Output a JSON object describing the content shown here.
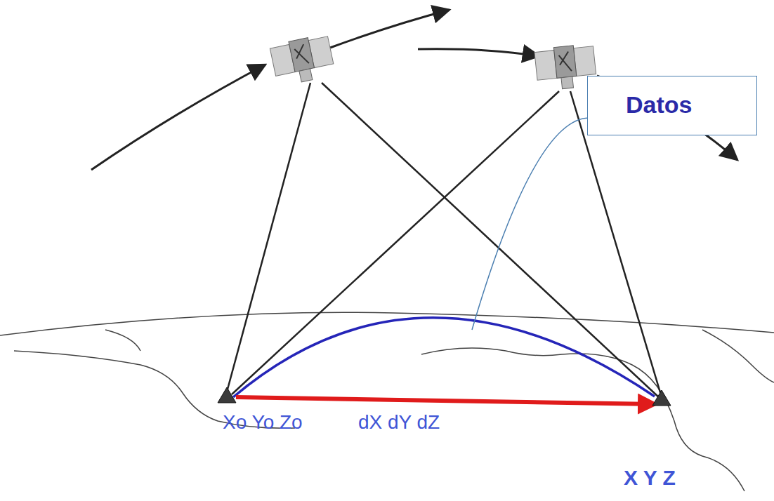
{
  "diagram": {
    "nodes": [
      {
        "text": [
          "Datos"
        ]
      }
    ],
    "labels": [
      "Xo Yo Zo",
      "dX dY dZ",
      "X Y Z"
    ]
  }
}
